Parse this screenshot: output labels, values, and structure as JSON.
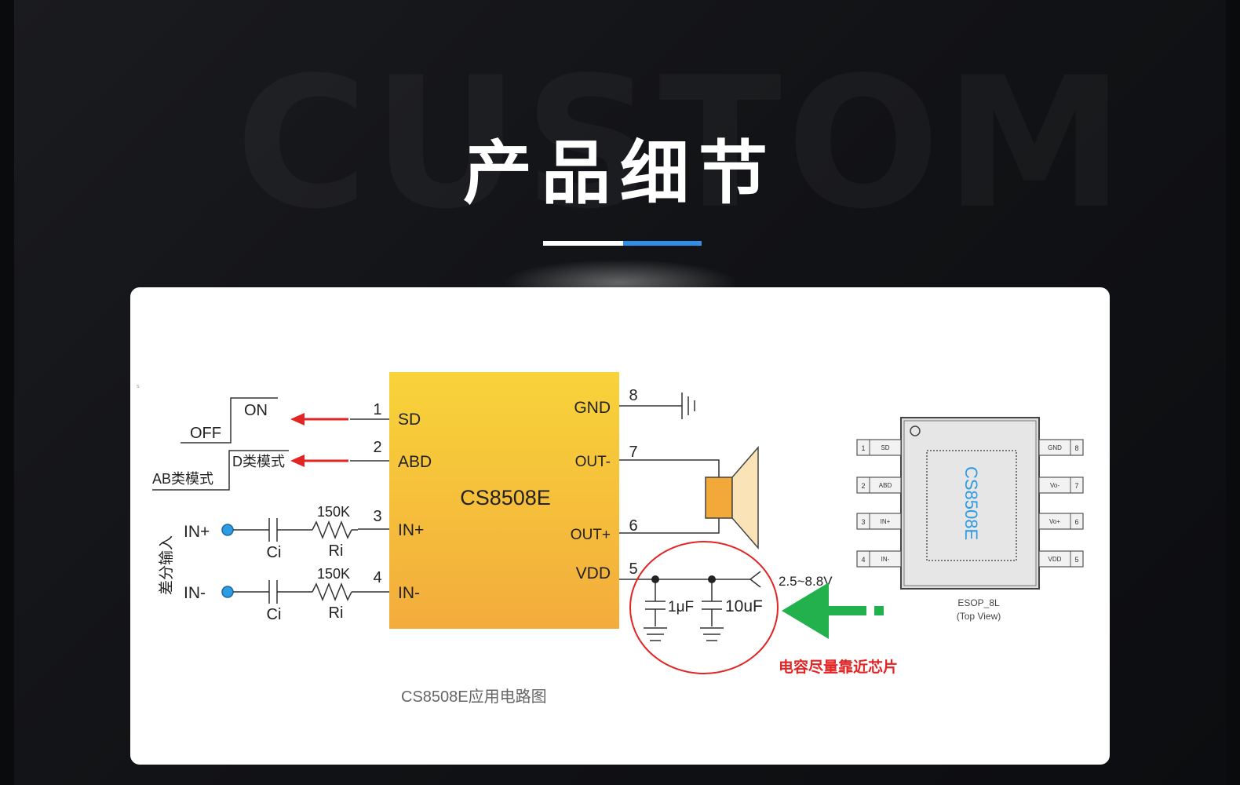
{
  "header": {
    "title": "产品细节",
    "accent_color": "#2f8fe8"
  },
  "diagram": {
    "chip_name": "CS8508E",
    "chip_color": "#f5b73a",
    "pins_left": [
      {
        "num": "1",
        "name": "SD"
      },
      {
        "num": "2",
        "name": "ABD"
      },
      {
        "num": "3",
        "name": "IN+"
      },
      {
        "num": "4",
        "name": "IN-"
      }
    ],
    "pins_right": [
      {
        "num": "8",
        "name": "GND"
      },
      {
        "num": "7",
        "name": "OUT-"
      },
      {
        "num": "6",
        "name": "OUT+"
      },
      {
        "num": "5",
        "name": "VDD"
      }
    ],
    "switch_on": "ON",
    "switch_off": "OFF",
    "mode_d": "D类模式",
    "mode_ab": "AB类模式",
    "diff_input": "差分输入",
    "in_plus": "IN+",
    "in_minus": "IN-",
    "cap_label": "Ci",
    "res_value": "150K",
    "res_label": "Ri",
    "cap1": "1μF",
    "cap2": "10uF",
    "supply": "2.5~8.8V",
    "note": "电容尽量靠近芯片",
    "caption": "CS8508E应用电路图",
    "package": {
      "name": "ESOP_8L",
      "view": "(Top View)",
      "chip_text": "CS8508E",
      "left_pins": [
        {
          "num": "1",
          "name": "SD"
        },
        {
          "num": "2",
          "name": "ABD"
        },
        {
          "num": "3",
          "name": "IN+"
        },
        {
          "num": "4",
          "name": "IN-"
        }
      ],
      "right_pins": [
        {
          "num": "8",
          "name": "GND"
        },
        {
          "num": "7",
          "name": "Vo-"
        },
        {
          "num": "6",
          "name": "Vo+"
        },
        {
          "num": "5",
          "name": "VDD"
        }
      ]
    }
  }
}
